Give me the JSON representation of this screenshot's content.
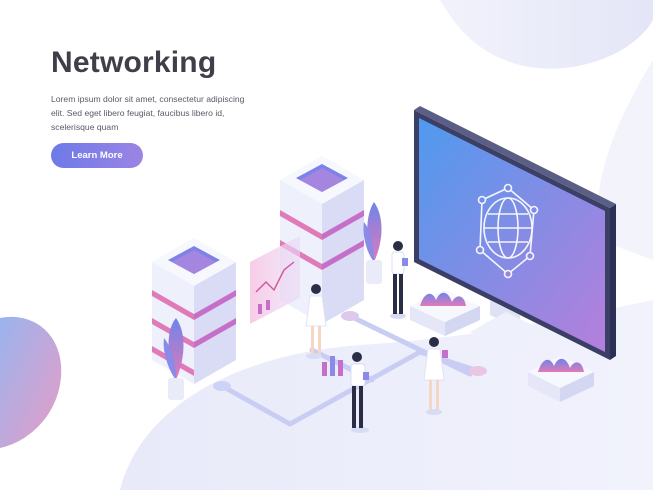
{
  "hero": {
    "title": "Networking",
    "description": "Lorem ipsum dolor sit amet, consectetur adipiscing elit. Sed eget libero feugiat, faucibus libero id, scelerisque quam",
    "button_label": "Learn More"
  },
  "illustration": {
    "monitor_icon": "globe-network-icon"
  },
  "colors": {
    "accent": "#7b7fe6",
    "accent_end": "#9b84e4",
    "server_pink": "#e07ab8",
    "screen_top": "#5b93ea",
    "screen_bottom": "#a77fdc",
    "ground": "#eceefb"
  }
}
